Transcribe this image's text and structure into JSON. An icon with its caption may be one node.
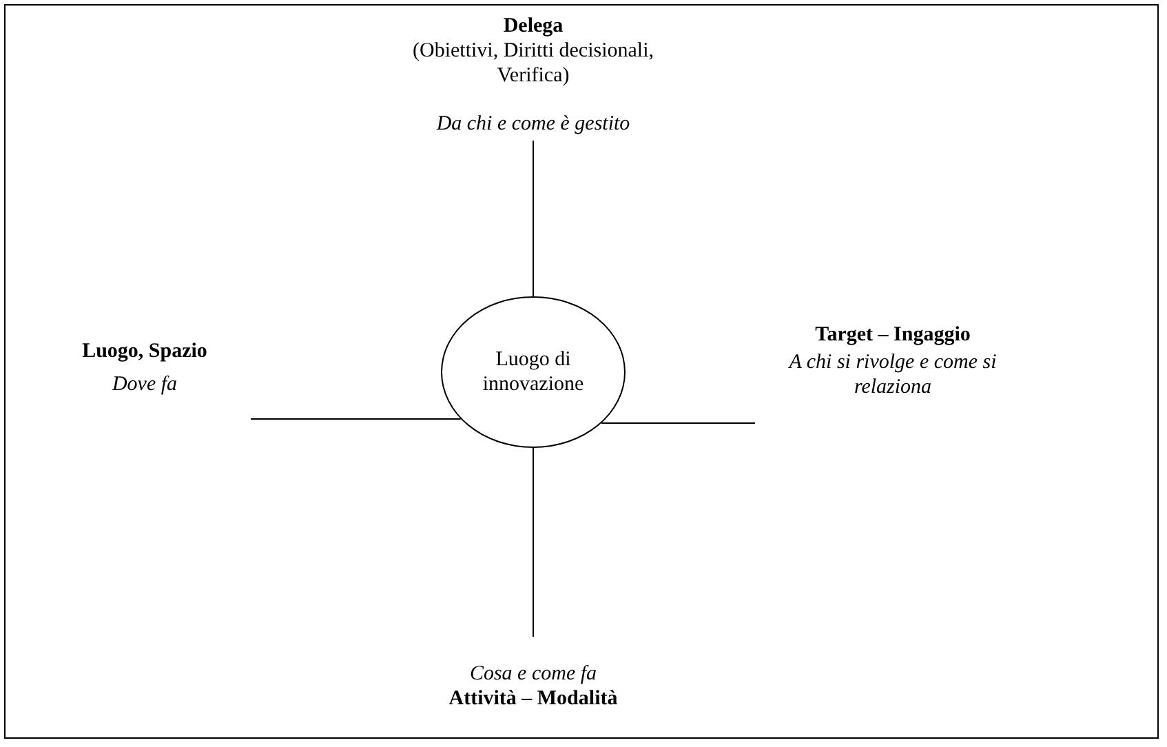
{
  "diagram": {
    "nodes": [
      {
        "text": [
          "Luogo di innovazione"
        ]
      },
      {
        "text": [
          "Delega",
          "(Obiettivi, Diritti decisionali, Verifica)",
          "Da chi e come è gestito"
        ]
      },
      {
        "text": [
          "Luogo, Spazio",
          "Dove fa"
        ]
      },
      {
        "text": [
          "Target – Ingaggio",
          "A chi si rivolge e come si relaziona"
        ]
      },
      {
        "text": [
          "Cosa e come fa",
          "Attività – Modalità"
        ]
      }
    ],
    "edges": [
      {
        "from": 0,
        "to": 1,
        "arrow": "none"
      },
      {
        "from": 0,
        "to": 2,
        "arrow": "none"
      },
      {
        "from": 0,
        "to": 3,
        "arrow": "none"
      },
      {
        "from": 0,
        "to": 4,
        "arrow": "none"
      }
    ]
  }
}
